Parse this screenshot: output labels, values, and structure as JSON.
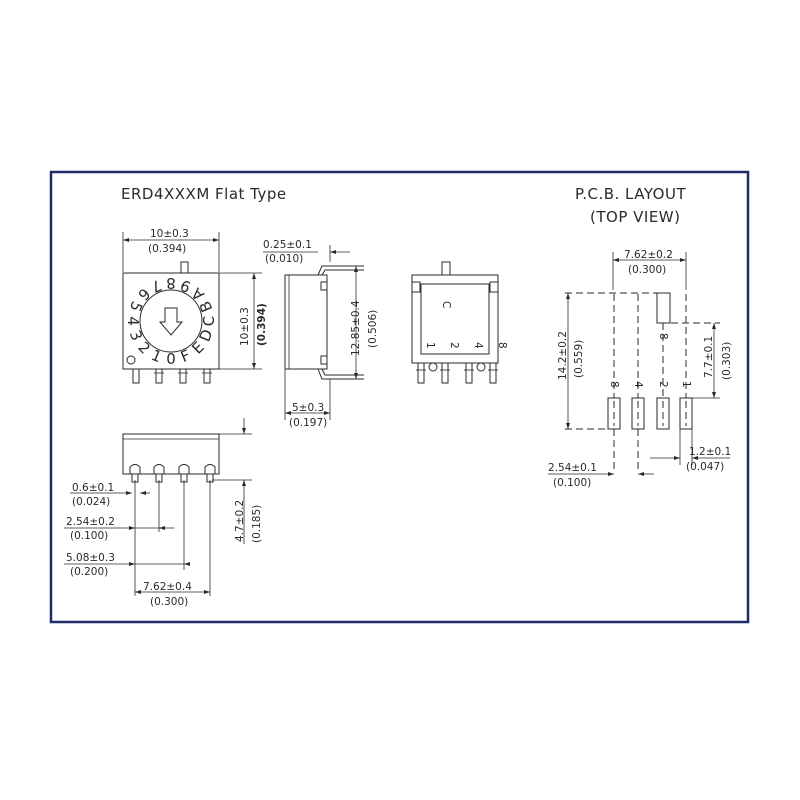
{
  "title": "ERD4XXXM Flat Type",
  "pcb": {
    "title": "P.C.B. LAYOUT",
    "subtitle": "(TOP VIEW)"
  },
  "dial": {
    "hex_digits": [
      "0",
      "1",
      "2",
      "3",
      "4",
      "5",
      "6",
      "7",
      "8",
      "9",
      "A",
      "B",
      "C",
      "D",
      "E",
      "F"
    ]
  },
  "top_view": {
    "width_mm": "10±0.3",
    "width_in": "(0.394)",
    "height_mm": "10±0.3",
    "height_in": "(0.394)"
  },
  "side_view": {
    "lead_thk_mm": "0.25±0.1",
    "lead_thk_in": "(0.010)",
    "length_mm": "12.85±0.4",
    "length_in": "(0.506)",
    "body_mm": "5±0.3",
    "body_in": "(0.197)"
  },
  "bottom_view": {
    "label_c": "C",
    "pins": [
      "1",
      "2",
      "4",
      "8"
    ]
  },
  "front_view": {
    "lead_w_mm": "0.6±0.1",
    "lead_w_in": "(0.024)",
    "pitch_mm": "2.54±0.2",
    "pitch_in": "(0.100)",
    "span_mm": "5.08±0.3",
    "span_in": "(0.200)",
    "total_mm": "7.62±0.4",
    "total_in": "(0.300)",
    "height_mm": "4.7±0.2",
    "height_in": "(0.185)"
  },
  "pcb_layout": {
    "span_mm": "7.62±0.2",
    "span_in": "(0.300)",
    "height_mm": "14.2±0.2",
    "height_in": "(0.559)",
    "offset_mm": "7.7±0.1",
    "offset_in": "(0.303)",
    "pitch_mm": "2.54±0.1",
    "pitch_in": "(0.100)",
    "pad_w_mm": "1.2±0.1",
    "pad_w_in": "(0.047)",
    "pin_labels": [
      "8",
      "4",
      "2",
      "1"
    ],
    "top_label": "8"
  }
}
